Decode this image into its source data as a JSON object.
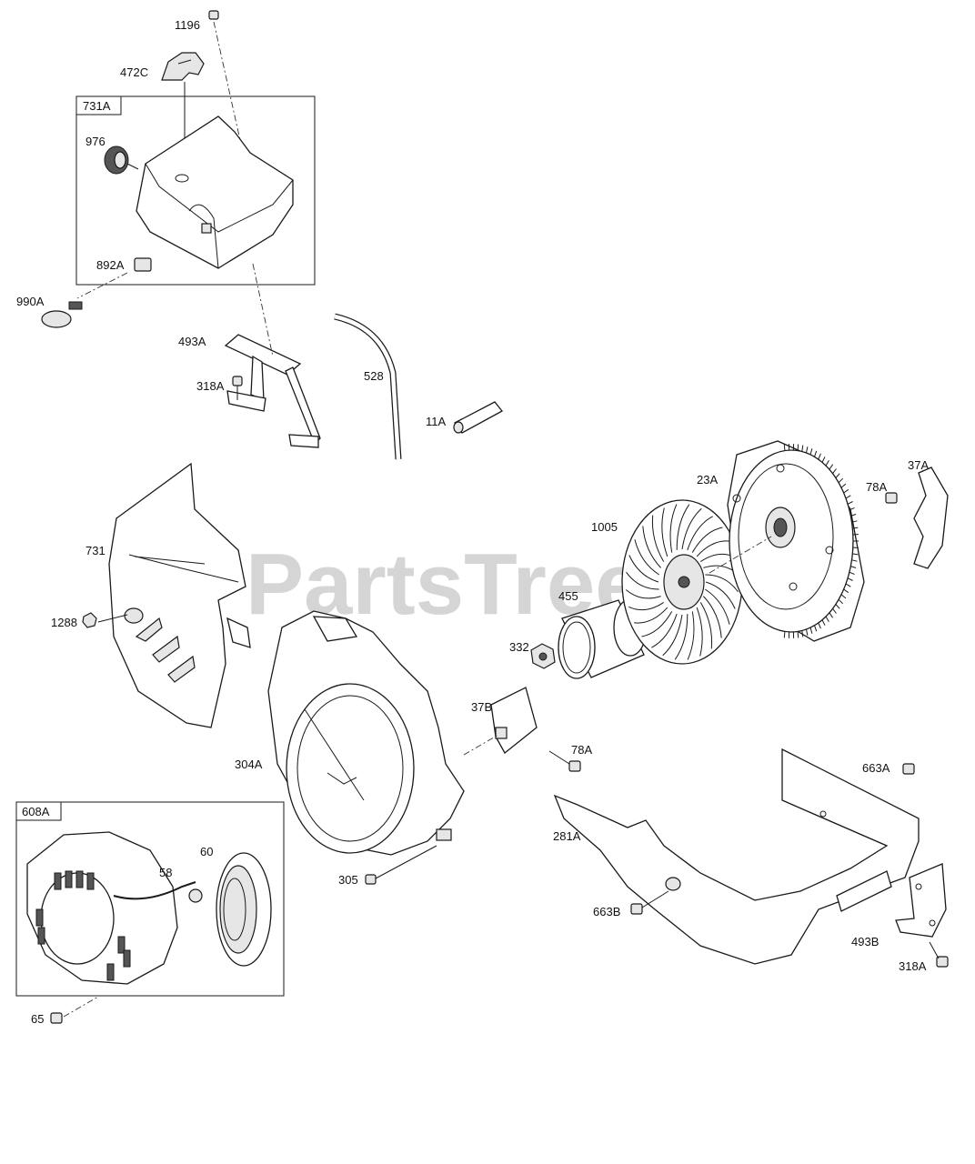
{
  "watermark": "PartsTree",
  "labels": {
    "p1196": "1196",
    "p472C": "472C",
    "p731A": "731A",
    "p976": "976",
    "p892A": "892A",
    "p990A": "990A",
    "p493A": "493A",
    "p318A_top": "318A",
    "p528": "528",
    "p11A": "11A",
    "p23A": "23A",
    "p78A_top": "78A",
    "p37A": "37A",
    "p1005": "1005",
    "p731": "731",
    "p455": "455",
    "p1288": "1288",
    "p332": "332",
    "p37B": "37B",
    "p78A_mid": "78A",
    "p304A": "304A",
    "p663A": "663A",
    "p608A": "608A",
    "p60": "60",
    "p58": "58",
    "p281A": "281A",
    "p305": "305",
    "p663B": "663B",
    "p493B": "493B",
    "p318A_bot": "318A",
    "p65": "65"
  }
}
